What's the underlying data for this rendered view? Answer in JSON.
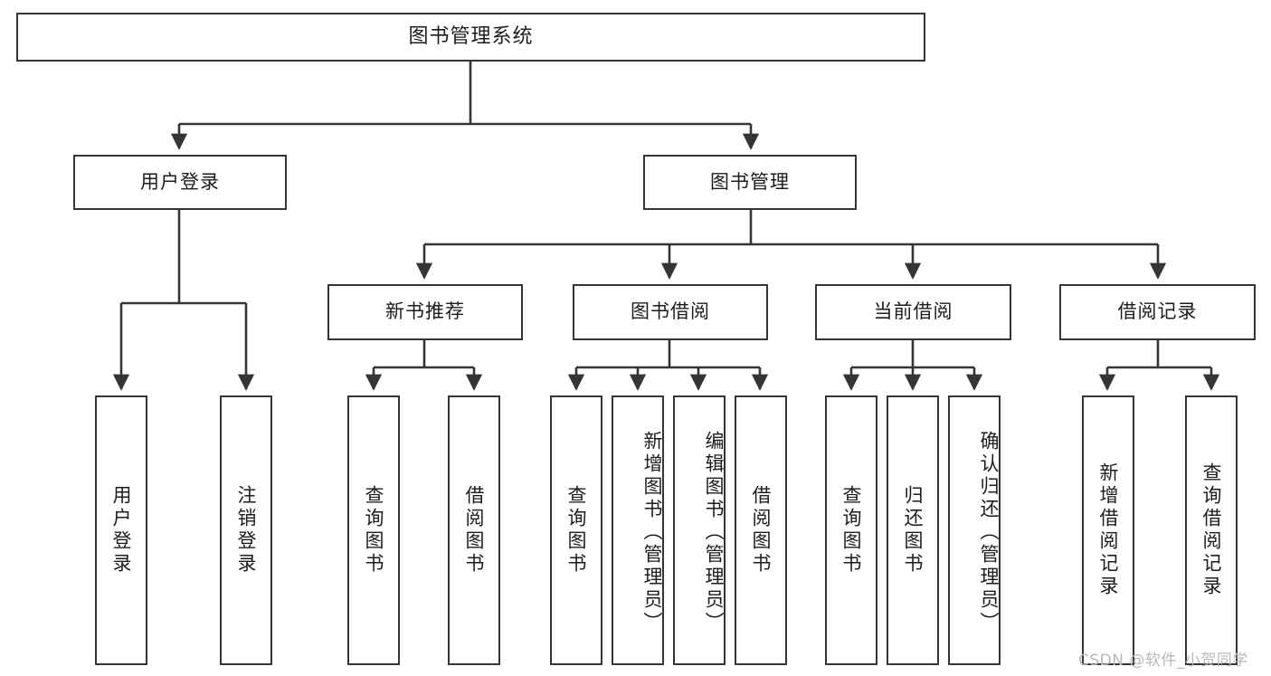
{
  "diagram": {
    "title": "图书管理系统",
    "type": "tree",
    "levels": 4,
    "root": {
      "id": "root",
      "label": "图书管理系统"
    },
    "level2": [
      {
        "id": "login",
        "label": "用户登录"
      },
      {
        "id": "bookmgmt",
        "label": "图书管理"
      }
    ],
    "level3": [
      {
        "id": "newbook",
        "label": "新书推荐",
        "parent": "bookmgmt"
      },
      {
        "id": "borrow",
        "label": "图书借阅",
        "parent": "bookmgmt"
      },
      {
        "id": "current",
        "label": "当前借阅",
        "parent": "bookmgmt"
      },
      {
        "id": "records",
        "label": "借阅记录",
        "parent": "bookmgmt"
      }
    ],
    "leaves": {
      "login": [
        {
          "id": "leaf-user-login",
          "label": "用户登录"
        },
        {
          "id": "leaf-user-logout",
          "label": "注销登录"
        }
      ],
      "newbook": [
        {
          "id": "leaf-query-book-1",
          "label": "查询图书"
        },
        {
          "id": "leaf-borrow-book-1",
          "label": "借阅图书"
        }
      ],
      "borrow": [
        {
          "id": "leaf-query-book-2",
          "label": "查询图书"
        },
        {
          "id": "leaf-add-book",
          "label": "新增图书（管理员）"
        },
        {
          "id": "leaf-edit-book",
          "label": "编辑图书（管理员）"
        },
        {
          "id": "leaf-borrow-book-2",
          "label": "借阅图书"
        }
      ],
      "current": [
        {
          "id": "leaf-query-book-3",
          "label": "查询图书"
        },
        {
          "id": "leaf-return-book",
          "label": "归还图书"
        },
        {
          "id": "leaf-confirm-return",
          "label": "确认归还（管理员）"
        }
      ],
      "records": [
        {
          "id": "leaf-add-record",
          "label": "新增借阅记录"
        },
        {
          "id": "leaf-query-record",
          "label": "查询借阅记录"
        }
      ]
    }
  },
  "watermark": {
    "text": "CSDN @软件_小贺同学"
  },
  "colors": {
    "stroke": "#353535",
    "text": "#1d1d1d",
    "background": "#ffffff",
    "watermark": "#b8b8b8"
  }
}
